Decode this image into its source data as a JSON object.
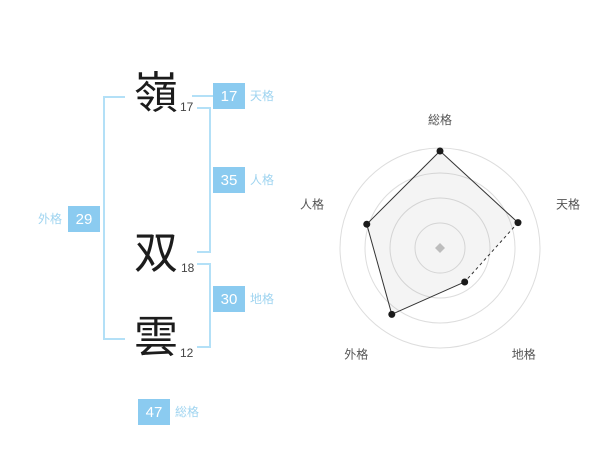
{
  "name_panel": {
    "characters": [
      {
        "char": "嶺",
        "strokes": "17"
      },
      {
        "char": "双",
        "strokes": "18"
      },
      {
        "char": "雲",
        "strokes": "12"
      }
    ],
    "badges": {
      "tenkaku": {
        "value": "17",
        "label": "天格"
      },
      "jinkaku": {
        "value": "35",
        "label": "人格"
      },
      "chikaku": {
        "value": "30",
        "label": "地格"
      },
      "gaikaku": {
        "value": "29",
        "label": "外格"
      },
      "soukaku": {
        "value": "47",
        "label": "総格"
      }
    }
  },
  "colors": {
    "badge_blue": "#8bcbf0",
    "label_blue": "#9fd4f0",
    "bracket_blue": "#b3e0f7",
    "chart_grid": "#dddddd",
    "chart_line": "#333333",
    "chart_dot": "#1a1a1a",
    "chart_fill": "rgba(110,110,110,0.08)",
    "center_marker": "#bdbdbd",
    "axis_label": "#555555"
  },
  "chart_data": {
    "type": "radar",
    "axes": [
      "総格",
      "天格",
      "地格",
      "外格",
      "人格"
    ],
    "values": [
      97,
      82,
      42,
      82,
      77
    ],
    "max": 100,
    "rings": 4,
    "dashed_segment": [
      "天格",
      "地格"
    ],
    "grid": "circular",
    "legend_position": "none",
    "title": ""
  }
}
